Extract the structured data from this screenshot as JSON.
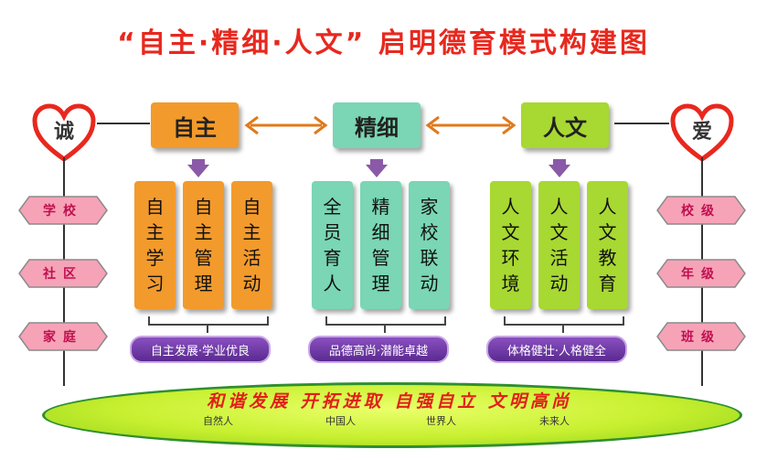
{
  "title": "“自主·精细·人文” 启明德育模式构建图",
  "hearts": {
    "left": "诚",
    "right": "爱"
  },
  "pillars": [
    {
      "label": "自主",
      "color": "#f39a2c",
      "sub": [
        [
          "自",
          "主",
          "学",
          "习"
        ],
        [
          "自",
          "主",
          "管",
          "理"
        ],
        [
          "自",
          "主",
          "活",
          "动"
        ]
      ],
      "motto": "自主发展·学业优良"
    },
    {
      "label": "精细",
      "color": "#7ad6b4",
      "sub": [
        [
          "全",
          "员",
          "育",
          "人"
        ],
        [
          "精",
          "细",
          "管",
          "理"
        ],
        [
          "家",
          "校",
          "联",
          "动"
        ]
      ],
      "motto": "品德高尚·潜能卓越"
    },
    {
      "label": "人文",
      "color": "#a8d832",
      "sub": [
        [
          "人",
          "文",
          "环",
          "境"
        ],
        [
          "人",
          "文",
          "活",
          "动"
        ],
        [
          "人",
          "文",
          "教",
          "育"
        ]
      ],
      "motto": "体格健壮·人格健全"
    }
  ],
  "left_levels": [
    "学校",
    "社区",
    "家庭"
  ],
  "right_levels": [
    "校级",
    "年级",
    "班级"
  ],
  "slogan": "和谐发展 开拓进取 自强自立 文明高尚",
  "slogan_subs": [
    "自然人",
    "中国人",
    "世界人",
    "未来人"
  ],
  "colors": {
    "title": "#e8281e",
    "arrow_h": "#e07a1c",
    "arrow_down": "#8a5aa8",
    "heart_stroke": "#e8281e",
    "hex_fill": "#f6a3b8"
  }
}
